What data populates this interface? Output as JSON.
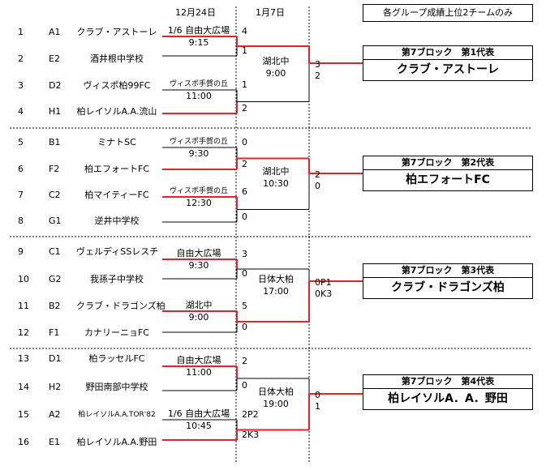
{
  "header": {
    "date1": "12月24日",
    "date2": "1月7日",
    "note": "各グループ成績上位2チームのみ"
  },
  "teams": [
    {
      "no": "1",
      "grp": "A1",
      "name": "クラブ・アストーレ"
    },
    {
      "no": "2",
      "grp": "E2",
      "name": "酒井根中学校"
    },
    {
      "no": "3",
      "grp": "D2",
      "name": "ヴィスポ柏99FC"
    },
    {
      "no": "4",
      "grp": "H1",
      "name": "柏レイソルA.A.流山"
    },
    {
      "no": "5",
      "grp": "B1",
      "name": "ミナトSC"
    },
    {
      "no": "6",
      "grp": "F2",
      "name": "柏エフォートFC"
    },
    {
      "no": "7",
      "grp": "C2",
      "name": "柏マイティーFC"
    },
    {
      "no": "8",
      "grp": "G1",
      "name": "逆井中学校"
    },
    {
      "no": "9",
      "grp": "C1",
      "name": "ヴェルディSSレスチ"
    },
    {
      "no": "10",
      "grp": "G2",
      "name": "我孫子中学校"
    },
    {
      "no": "11",
      "grp": "B2",
      "name": "クラブ・ドラゴンズ柏"
    },
    {
      "no": "12",
      "grp": "F1",
      "name": "カナリーニョFC"
    },
    {
      "no": "13",
      "grp": "D1",
      "name": "柏ラッセルFC"
    },
    {
      "no": "14",
      "grp": "H2",
      "name": "野田南部中学校"
    },
    {
      "no": "15",
      "grp": "A2",
      "name": "柏レイソルA.A.TOR'82"
    },
    {
      "no": "16",
      "grp": "E1",
      "name": "柏レイソルA.A.野田"
    }
  ],
  "round1": [
    {
      "venue": "1/6 自由大広場",
      "time": "9:15",
      "score_top": "4",
      "score_bottom": "1"
    },
    {
      "venue": "ヴィスポ手賀の丘",
      "time": "11:00",
      "score_top": "1",
      "score_bottom": "2"
    },
    {
      "venue": "ヴィスポ手賀の丘",
      "time": "9:30",
      "score_top": "0",
      "score_bottom": "2"
    },
    {
      "venue": "ヴィスポ手賀の丘",
      "time": "12:30",
      "score_top": "6",
      "score_bottom": "0"
    },
    {
      "venue": "自由大広場",
      "time": "9:30",
      "score_top": "3",
      "score_bottom": "0"
    },
    {
      "venue": "湖北中",
      "time": "9:00",
      "score_top": "5",
      "score_bottom": "0"
    },
    {
      "venue": "自由大広場",
      "time": "11:00",
      "score_top": "2",
      "score_bottom": "0"
    },
    {
      "venue": "1/6 自由大広場",
      "time": "10:45",
      "score_top": "2P2",
      "score_bottom": "2K3"
    }
  ],
  "round2": [
    {
      "venue": "湖北中",
      "time": "9:00",
      "score_top": "3",
      "score_bottom": "2"
    },
    {
      "venue": "湖北中",
      "time": "10:30",
      "score_top": "2",
      "score_bottom": "0"
    },
    {
      "venue": "日体大柏",
      "time": "17:00",
      "score_top": "0P1",
      "score_bottom": "0K3"
    },
    {
      "venue": "日体大柏",
      "time": "19:00",
      "score_top": "0",
      "score_bottom": "1"
    }
  ],
  "reps": [
    {
      "title": "第7ブロック　第1代表",
      "name": "クラブ・アストーレ"
    },
    {
      "title": "第7ブロック　第2代表",
      "name": "柏エフォートFC"
    },
    {
      "title": "第7ブロック　第3代表",
      "name": "クラブ・ドラゴンズ柏"
    },
    {
      "title": "第7ブロック　第4代表",
      "name": "柏レイソルA．A．野田"
    }
  ],
  "colors": {
    "win": "#e8202a",
    "line": "#000000"
  }
}
